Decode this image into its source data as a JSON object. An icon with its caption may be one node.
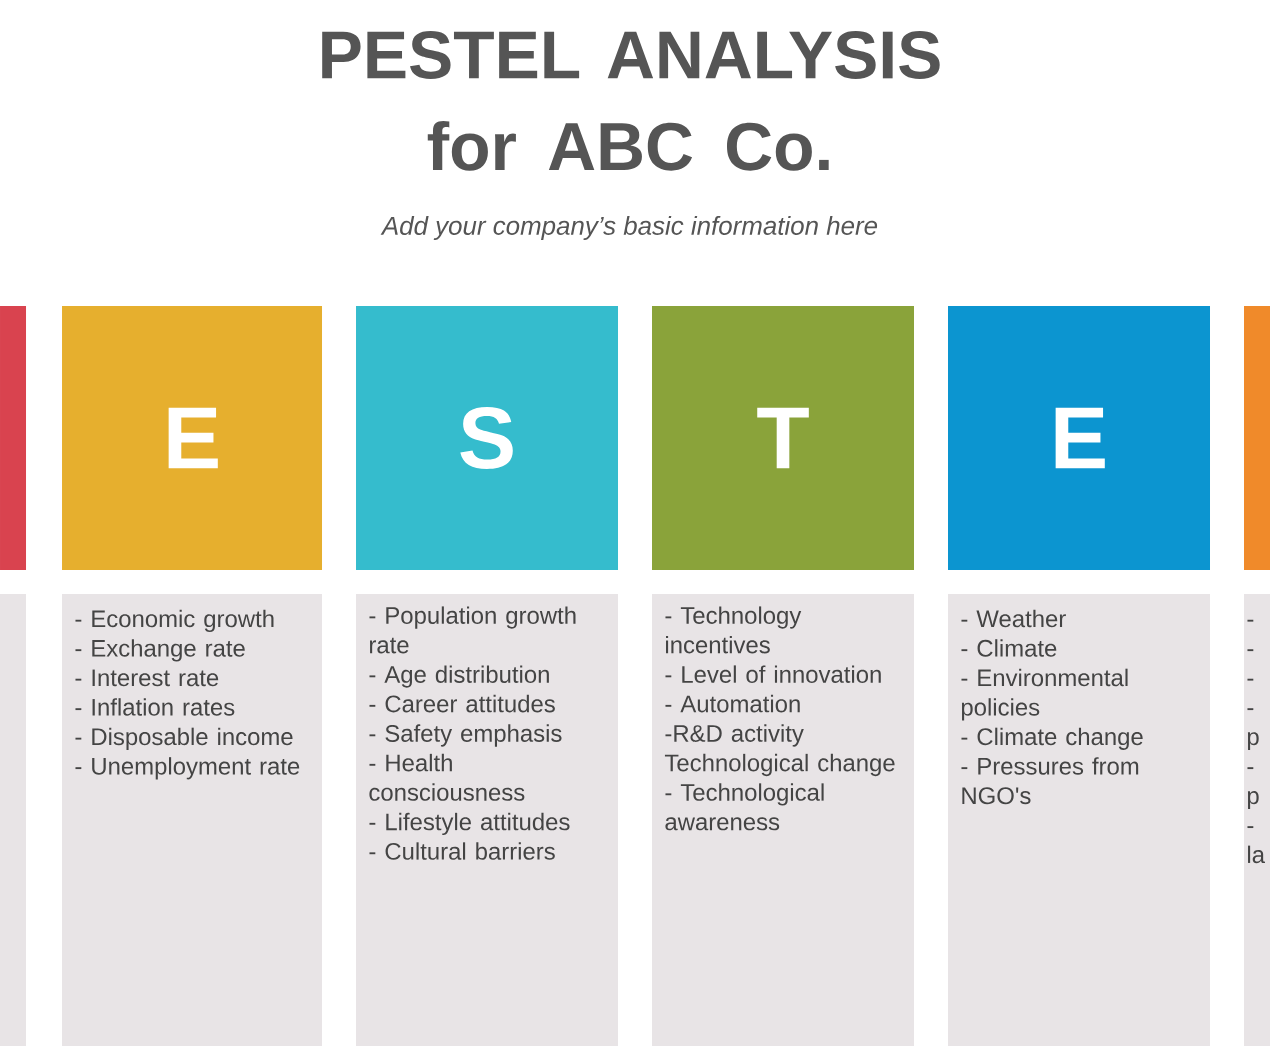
{
  "diagram": {
    "title": "PESTEL ANALYSIS for ABC Co.",
    "nodes": [
      {
        "text": [],
        "shape": "box"
      },
      {
        "text": [
          "E"
        ]
      },
      {
        "text": [
          "S"
        ]
      },
      {
        "text": [
          "T"
        ]
      },
      {
        "text": [
          "E"
        ]
      },
      {
        "text": [],
        "shape": "box"
      },
      {
        "text": [],
        "shape": "box"
      },
      {
        "text": [
          "- Economic growth",
          "- Exchange rate",
          "- Interest rate",
          "- Inflation rates",
          "- Disposable income",
          "- Unemployment rate"
        ]
      },
      {
        "text": [
          "- Population growth rate",
          "- Age distribution",
          "- Career attitudes",
          "- Safety emphasis",
          "- Health consciousness",
          "- Lifestyle attitudes",
          "- Cultural barriers"
        ]
      },
      {
        "text": [
          "- Technology incentives",
          "- Level of innovation",
          "- Automation",
          "-R&D activity Technological change",
          "- Technological awareness"
        ]
      },
      {
        "text": [
          "- Weather",
          "- Climate",
          "- Environmental policies",
          "- Climate change",
          "- Pressures from NGO's"
        ]
      },
      {
        "text": [
          "-",
          "-",
          "-",
          "-",
          "p",
          "-",
          "p",
          "-",
          "la"
        ]
      }
    ],
    "labels": [
      "Add your company’s basic information here"
    ]
  }
}
